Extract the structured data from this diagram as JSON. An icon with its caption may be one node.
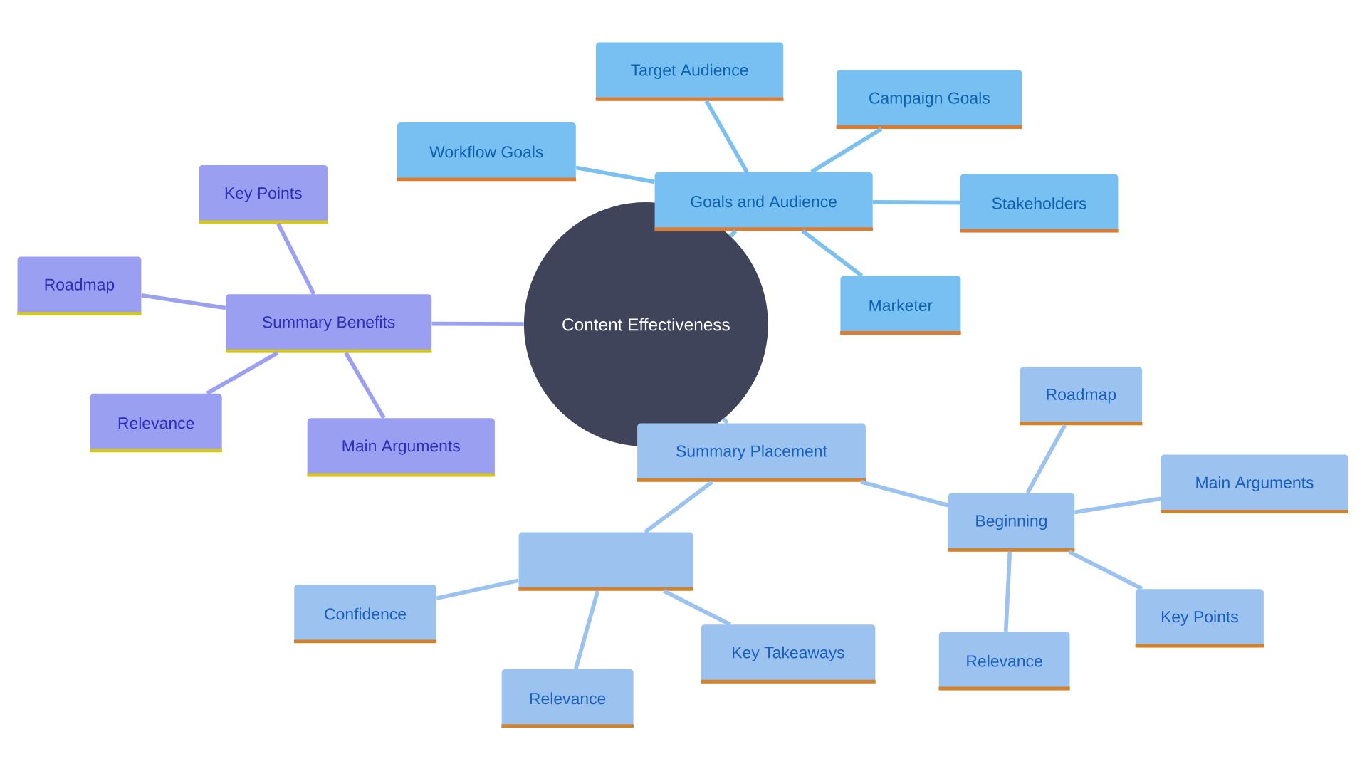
{
  "diagram": {
    "nodes": [
      {
        "text": [
          "Content Effectiveness"
        ]
      },
      {
        "text": [
          "Goals and Audience"
        ]
      },
      {
        "text": [
          "Workflow Goals"
        ]
      },
      {
        "text": [
          "Target Audience"
        ]
      },
      {
        "text": [
          "Campaign Goals"
        ]
      },
      {
        "text": [
          "Stakeholders"
        ]
      },
      {
        "text": [
          "Marketer"
        ]
      },
      {
        "text": [
          "Summary Benefits"
        ]
      },
      {
        "text": [
          "Key Points"
        ]
      },
      {
        "text": [
          "Roadmap"
        ]
      },
      {
        "text": [
          "Relevance"
        ]
      },
      {
        "text": [
          "Main Arguments"
        ]
      },
      {
        "text": [
          "Summary Placement"
        ]
      },
      {
        "text": [
          "Beginning"
        ]
      },
      {
        "text": [
          "Roadmap"
        ]
      },
      {
        "text": [
          "Main Arguments"
        ]
      },
      {
        "text": [
          "Key Points"
        ]
      },
      {
        "text": [
          "Relevance"
        ]
      },
      {
        "text": [],
        "shape": "box"
      },
      {
        "text": [
          "Confidence"
        ]
      },
      {
        "text": [
          "Relevance"
        ]
      },
      {
        "text": [
          "Key Takeaways"
        ]
      }
    ],
    "edges": [
      {
        "from": 0,
        "to": 1,
        "arrow": "none",
        "color": "#7cc0f0"
      },
      {
        "from": 1,
        "to": 2,
        "arrow": "none",
        "color": "#7cc0f0"
      },
      {
        "from": 1,
        "to": 3,
        "arrow": "none",
        "color": "#7cc0f0"
      },
      {
        "from": 1,
        "to": 4,
        "arrow": "none",
        "color": "#7cc0f0"
      },
      {
        "from": 1,
        "to": 5,
        "arrow": "none",
        "color": "#7cc0f0"
      },
      {
        "from": 1,
        "to": 6,
        "arrow": "none",
        "color": "#7cc0f0"
      },
      {
        "from": 0,
        "to": 7,
        "arrow": "none",
        "color": "#9ca0f0"
      },
      {
        "from": 7,
        "to": 8,
        "arrow": "none",
        "color": "#9ca0f0"
      },
      {
        "from": 7,
        "to": 9,
        "arrow": "none",
        "color": "#9ca0f0"
      },
      {
        "from": 7,
        "to": 10,
        "arrow": "none",
        "color": "#9ca0f0"
      },
      {
        "from": 7,
        "to": 11,
        "arrow": "none",
        "color": "#9ca0f0"
      },
      {
        "from": 0,
        "to": 12,
        "arrow": "none"
      },
      {
        "from": 12,
        "to": 13,
        "arrow": "none"
      },
      {
        "from": 13,
        "to": 14,
        "arrow": "none"
      },
      {
        "from": 13,
        "to": 15,
        "arrow": "none"
      },
      {
        "from": 13,
        "to": 16,
        "arrow": "none"
      },
      {
        "from": 13,
        "to": 17,
        "arrow": "none"
      },
      {
        "from": 12,
        "to": 18,
        "arrow": "none"
      },
      {
        "from": 18,
        "to": 19,
        "arrow": "none"
      },
      {
        "from": 18,
        "to": 20,
        "arrow": "none"
      },
      {
        "from": 18,
        "to": 21,
        "arrow": "none"
      }
    ]
  }
}
